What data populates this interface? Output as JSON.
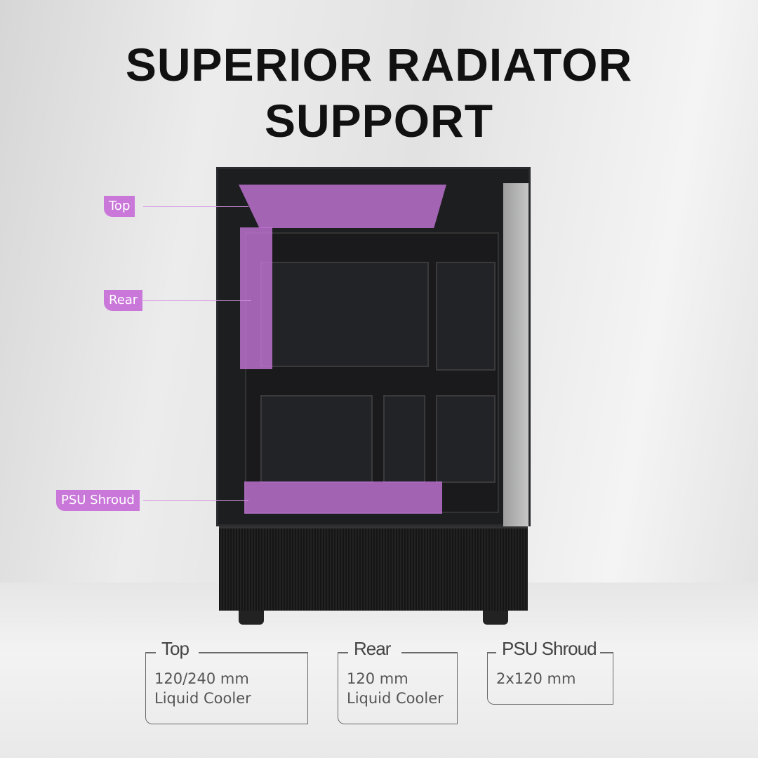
{
  "title": {
    "line1": "SUPERIOR RADIATOR",
    "line2": "SUPPORT"
  },
  "callouts": [
    {
      "label": "Top"
    },
    {
      "label": "Rear"
    },
    {
      "label": "PSU Shroud"
    }
  ],
  "specs": [
    {
      "heading": "Top",
      "detail": "120/240 mm\nLiquid Cooler"
    },
    {
      "heading": "Rear",
      "detail": "120 mm\nLiquid Cooler"
    },
    {
      "heading": "PSU Shroud",
      "detail": "2x120 mm"
    }
  ],
  "colors": {
    "accent": "#c977d9"
  }
}
